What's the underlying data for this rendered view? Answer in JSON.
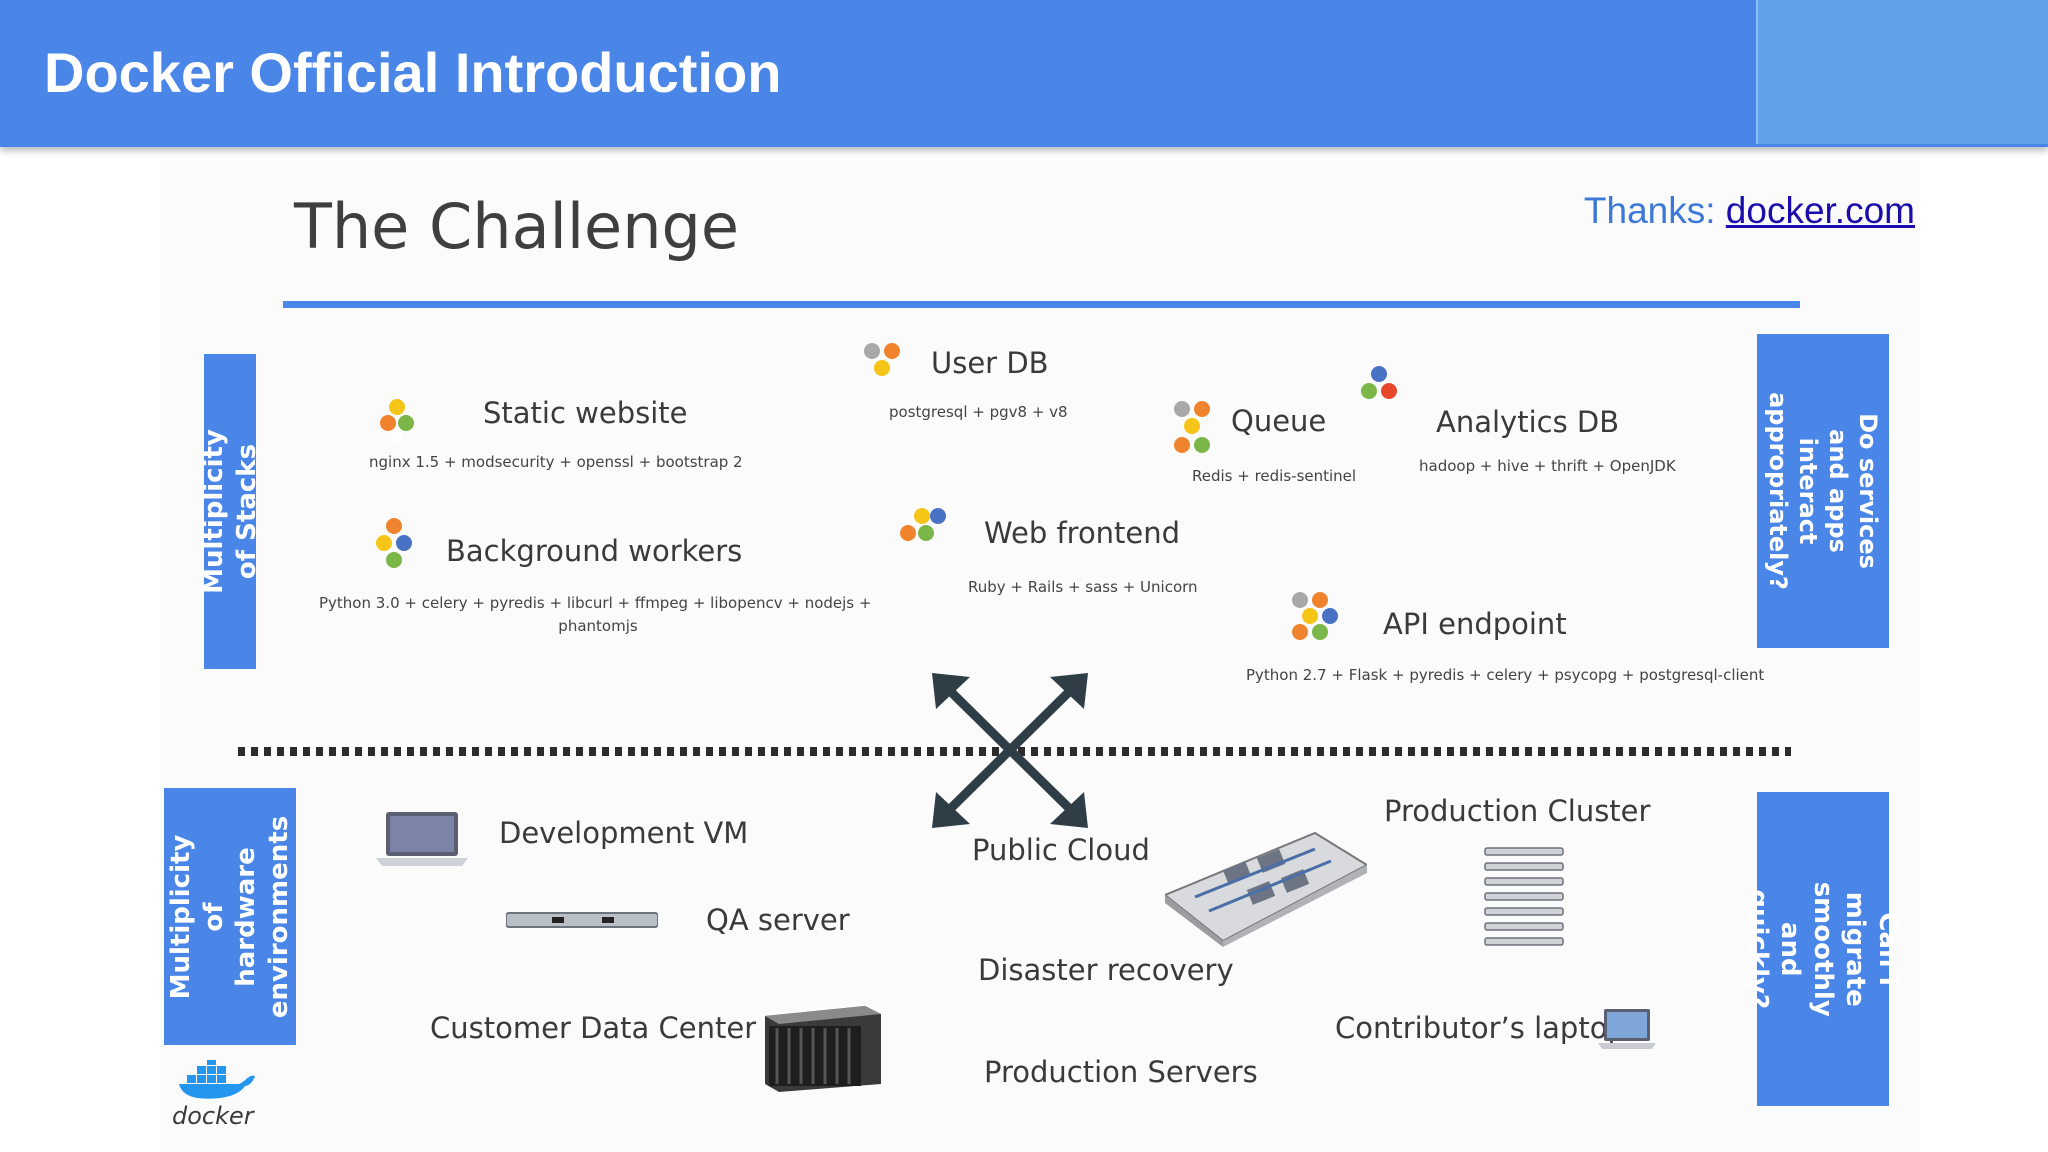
{
  "header": {
    "title": "Docker Official Introduction"
  },
  "slide": {
    "title": "The Challenge",
    "thanks_prefix": "Thanks: ",
    "thanks_link": "docker.com",
    "side_labels": {
      "top_left": "Multiplicity of Stacks",
      "top_right": "Do services and apps\ninteract\nappropriately?",
      "bottom_left": "Multiplicity of\nhardware\nenvironments",
      "bottom_right": "Can I migrate\nsmoothly and\nquickly?"
    },
    "stacks": [
      {
        "name": "Static website",
        "desc": "nginx 1.5 + modsecurity + openssl + bootstrap 2"
      },
      {
        "name": "User DB",
        "desc": "postgresql + pgv8 + v8"
      },
      {
        "name": "Queue",
        "desc": "Redis + redis-sentinel"
      },
      {
        "name": "Analytics DB",
        "desc": "hadoop + hive + thrift + OpenJDK"
      },
      {
        "name": "Background workers",
        "desc": "Python 3.0 + celery + pyredis + libcurl + ffmpeg + libopencv + nodejs +",
        "desc2": "phantomjs"
      },
      {
        "name": "Web frontend",
        "desc": "Ruby + Rails + sass + Unicorn"
      },
      {
        "name": "API endpoint",
        "desc": "Python 2.7 + Flask + pyredis + celery + psycopg + postgresql-client"
      }
    ],
    "environments": {
      "dev_vm": "Development VM",
      "qa_server": "QA server",
      "customer_dc": "Customer Data Center",
      "public_cloud": "Public Cloud",
      "disaster_recovery": "Disaster recovery",
      "production_servers": "Production Servers",
      "production_cluster": "Production Cluster",
      "contributor_laptop": "Contributor’s laptop"
    },
    "logo_text": "docker"
  },
  "colors": {
    "header": "#4a86e8",
    "accent": "#4a86e8",
    "link": "#1a0dab",
    "dot_orange": "#f0832d",
    "dot_green": "#7ab648",
    "dot_blue": "#4a72c4",
    "dot_yellow": "#f5c518",
    "dot_gray": "#a8a8a8",
    "dot_red": "#e8472c"
  }
}
